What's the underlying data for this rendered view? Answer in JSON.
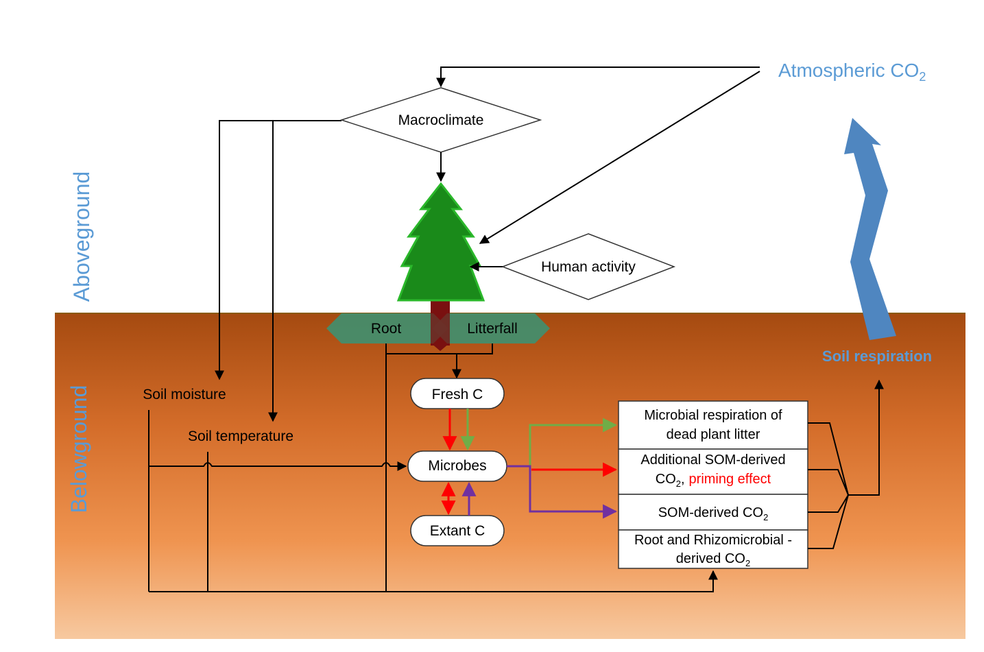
{
  "side_labels": {
    "aboveground": "Aboveground",
    "belowground": "Belowground"
  },
  "atmosphere": {
    "label": "Atmospheric CO",
    "subscript": "2"
  },
  "soil_respiration": "Soil respiration",
  "drivers": {
    "macroclimate": "Macroclimate",
    "human_activity": "Human activity"
  },
  "plant": {
    "root": "Root",
    "litterfall": "Litterfall"
  },
  "soil_factors": {
    "moisture": "Soil moisture",
    "temperature": "Soil temperature"
  },
  "carbon_pools": {
    "fresh_c": "Fresh C",
    "microbes": "Microbes",
    "extant_c": "Extant C"
  },
  "sources": {
    "microbial_line1": "Microbial respiration of",
    "microbial_line2": "dead plant litter",
    "additional_line1": "Additional SOM-derived",
    "additional_line2_prefix": "CO",
    "additional_line2_sub": "2",
    "additional_line2_comma": ",",
    "additional_priming": "priming effect",
    "som_prefix": "SOM-derived CO",
    "som_sub": "2",
    "root_line1": "Root and Rhizomicrobial -",
    "root_line2_prefix": "derived CO",
    "root_line2_sub": "2"
  },
  "colors": {
    "atmosphere_text": "#5b9bd5",
    "respiration_arrow": "#4f86c0",
    "soil_top": "#a64d12",
    "soil_mid": "#e98a3f",
    "soil_bottom": "#f6c9a0",
    "tree_green": "#1a8a1a",
    "trunk": "#7a1010",
    "root_box": "#3f9070",
    "red_flow": "#ff0000",
    "green_flow": "#70ad47",
    "purple_flow": "#7030a0"
  }
}
